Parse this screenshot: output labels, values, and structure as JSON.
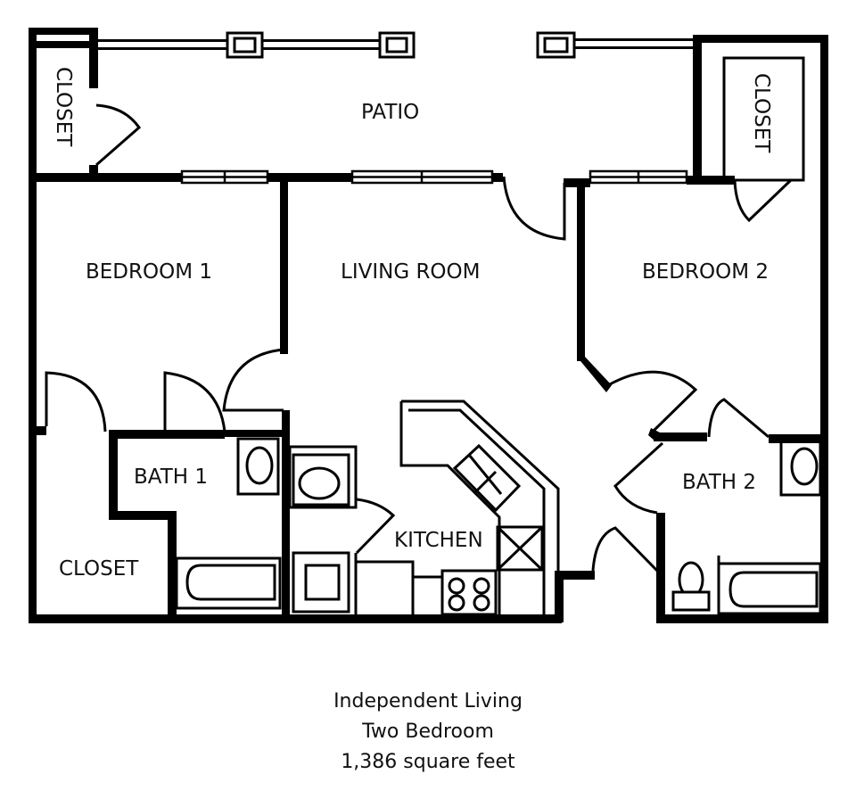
{
  "plan": {
    "rooms": {
      "patio": "PATIO",
      "closet_patio_left": "CLOSET",
      "closet_patio_right": "CLOSET",
      "bedroom1": "BEDROOM 1",
      "living_room": "LIVING ROOM",
      "bedroom2": "BEDROOM 2",
      "bath1": "BATH 1",
      "closet_bedroom1": "CLOSET",
      "kitchen": "KITCHEN",
      "bath2": "BATH 2"
    }
  },
  "caption": {
    "program": "Independent Living",
    "unit_type": "Two Bedroom",
    "area": "1,386 square feet"
  }
}
